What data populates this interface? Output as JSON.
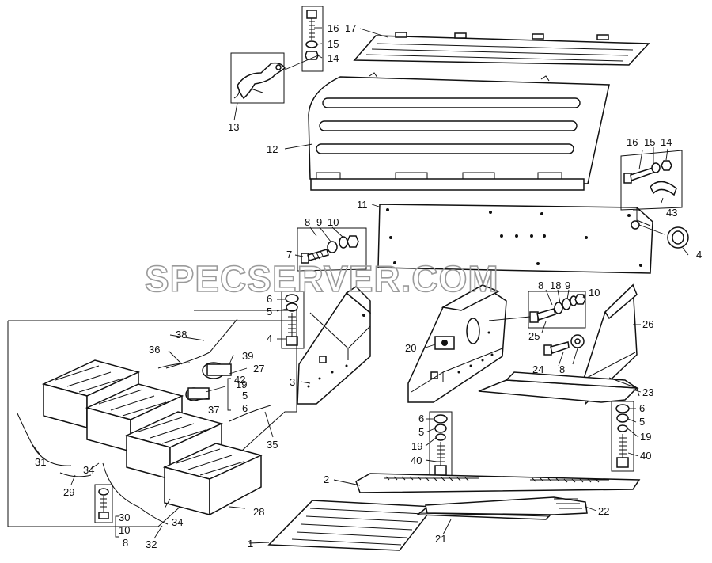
{
  "watermark": "SPECSERVER.COM",
  "callouts": [
    {
      "id": "c1",
      "text": "1"
    },
    {
      "id": "c2",
      "text": "2"
    },
    {
      "id": "c3",
      "text": "3"
    },
    {
      "id": "c4a",
      "text": "4"
    },
    {
      "id": "c4b",
      "text": "4"
    },
    {
      "id": "c5a",
      "text": "5"
    },
    {
      "id": "c5b",
      "text": "5"
    },
    {
      "id": "c5c",
      "text": "5"
    },
    {
      "id": "c5d",
      "text": "5"
    },
    {
      "id": "c6a",
      "text": "6"
    },
    {
      "id": "c6b",
      "text": "6"
    },
    {
      "id": "c6c",
      "text": "6"
    },
    {
      "id": "c6d",
      "text": "6"
    },
    {
      "id": "c7",
      "text": "7"
    },
    {
      "id": "c8a",
      "text": "8"
    },
    {
      "id": "c8b",
      "text": "8"
    },
    {
      "id": "c8c",
      "text": "8"
    },
    {
      "id": "c8d",
      "text": "8"
    },
    {
      "id": "c9a",
      "text": "9"
    },
    {
      "id": "c9b",
      "text": "9"
    },
    {
      "id": "c10a",
      "text": "10"
    },
    {
      "id": "c10b",
      "text": "10"
    },
    {
      "id": "c10c",
      "text": "10"
    },
    {
      "id": "c11",
      "text": "11"
    },
    {
      "id": "c12",
      "text": "12"
    },
    {
      "id": "c13",
      "text": "13"
    },
    {
      "id": "c14a",
      "text": "14"
    },
    {
      "id": "c14b",
      "text": "14"
    },
    {
      "id": "c15a",
      "text": "15"
    },
    {
      "id": "c15b",
      "text": "15"
    },
    {
      "id": "c16a",
      "text": "16"
    },
    {
      "id": "c16b",
      "text": "16"
    },
    {
      "id": "c17",
      "text": "17"
    },
    {
      "id": "c18",
      "text": "18"
    },
    {
      "id": "c19a",
      "text": "19"
    },
    {
      "id": "c19b",
      "text": "19"
    },
    {
      "id": "c19c",
      "text": "19"
    },
    {
      "id": "c20",
      "text": "20"
    },
    {
      "id": "c21",
      "text": "21"
    },
    {
      "id": "c22",
      "text": "22"
    },
    {
      "id": "c23",
      "text": "23"
    },
    {
      "id": "c24",
      "text": "24"
    },
    {
      "id": "c25",
      "text": "25"
    },
    {
      "id": "c26",
      "text": "26"
    },
    {
      "id": "c27",
      "text": "27"
    },
    {
      "id": "c28",
      "text": "28"
    },
    {
      "id": "c29",
      "text": "29"
    },
    {
      "id": "c30",
      "text": "30"
    },
    {
      "id": "c31",
      "text": "31"
    },
    {
      "id": "c32",
      "text": "32"
    },
    {
      "id": "c34a",
      "text": "34"
    },
    {
      "id": "c34b",
      "text": "34"
    },
    {
      "id": "c35",
      "text": "35"
    },
    {
      "id": "c36",
      "text": "36"
    },
    {
      "id": "c37",
      "text": "37"
    },
    {
      "id": "c38",
      "text": "38"
    },
    {
      "id": "c39",
      "text": "39"
    },
    {
      "id": "c40a",
      "text": "40"
    },
    {
      "id": "c40b",
      "text": "40"
    },
    {
      "id": "c42",
      "text": "42"
    },
    {
      "id": "c43",
      "text": "43"
    }
  ]
}
